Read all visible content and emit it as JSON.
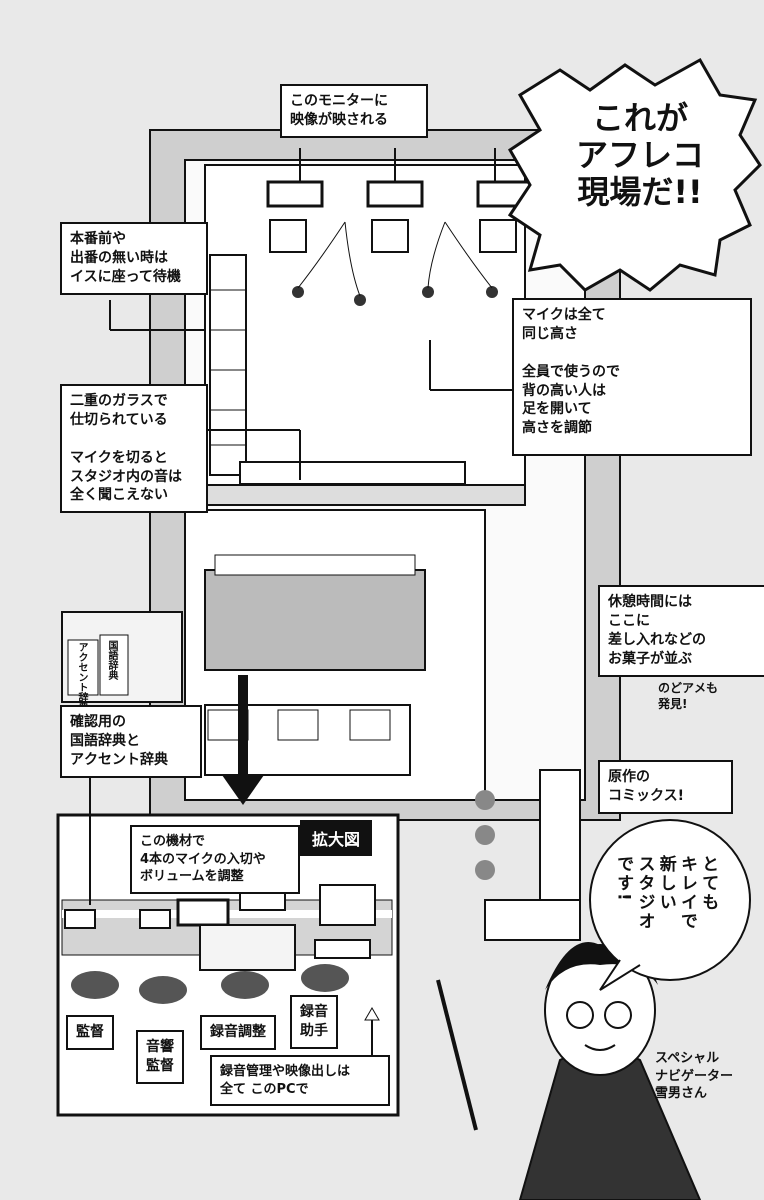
{
  "title": {
    "line1": "これが",
    "line2": "アフレコ",
    "line3": "現場だ!!"
  },
  "callouts": {
    "monitor": "このモニターに\n映像が映される",
    "waiting": "本番前や\n出番の無い時は\nイスに座って待機",
    "glass": "二重のガラスで\n仕切られている\n\nマイクを切ると\nスタジオ内の音は\n全く聞こえない",
    "mic": "マイクは全て\n同じ高さ\n\n全員で使うので\n背の高い人は\n足を開いて\n高さを調節",
    "break": "休憩時間には\nここに\n差し入れなどの\nお菓子が並ぶ",
    "candy": "のどアメも\n発見!",
    "dictionary": "確認用の\n国語辞典と\nアクセント辞典",
    "comics": "原作の\nコミックス!",
    "mixer": "この機材で\n4本のマイクの入切や\nボリュームを調整",
    "pc": "録音管理や映像出しは\n全て このPCで"
  },
  "props": {
    "book1": "国語辞典",
    "book2": "アクセント辞典"
  },
  "zoom_label": "拡大図",
  "roles": {
    "director": "監督",
    "sound_director": "音響\n監督",
    "mixer": "録音調整",
    "assistant": "録音\n助手"
  },
  "speech": {
    "lines": [
      "とても",
      "キレイで",
      "新しい",
      "スタジオ",
      "です!"
    ]
  },
  "navigator": "スペシャル\nナビゲーター\n雪男さん"
}
